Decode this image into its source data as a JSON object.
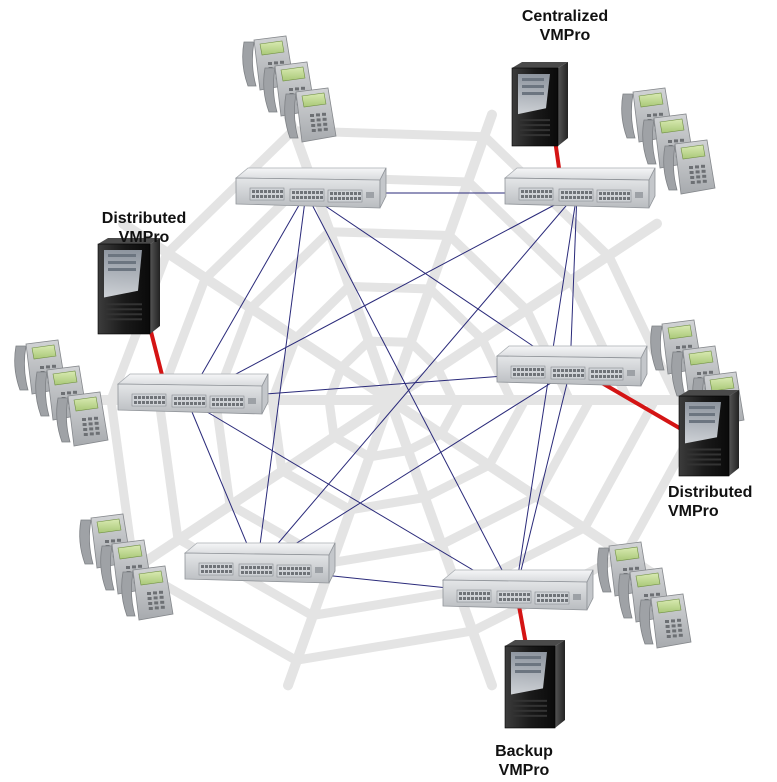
{
  "diagram": {
    "colors": {
      "mesh_link": "#2a2a7a",
      "server_link": "#d41414",
      "web_watermark": "#e4e4e4"
    },
    "nodes": {
      "switches": [
        {
          "id": "switch-top-left",
          "icon": "network-switch-icon"
        },
        {
          "id": "switch-top-right",
          "icon": "network-switch-icon"
        },
        {
          "id": "switch-mid-left",
          "icon": "network-switch-icon"
        },
        {
          "id": "switch-mid-right",
          "icon": "network-switch-icon"
        },
        {
          "id": "switch-bottom-left",
          "icon": "network-switch-icon"
        },
        {
          "id": "switch-bottom-right",
          "icon": "network-switch-icon"
        }
      ],
      "servers": [
        {
          "id": "server-centralized",
          "icon": "server-tower-icon",
          "line1": "Centralized",
          "line2": "VMPro",
          "attached_to": "switch-top-right"
        },
        {
          "id": "server-distributed-left",
          "icon": "server-tower-icon",
          "line1": "Distributed",
          "line2": "VMPro",
          "attached_to": "switch-mid-left"
        },
        {
          "id": "server-distributed-right",
          "icon": "server-tower-icon",
          "line1": "Distributed",
          "line2": "VMPro",
          "attached_to": "switch-mid-right"
        },
        {
          "id": "server-backup",
          "icon": "server-tower-icon",
          "line1": "Backup",
          "line2": "VMPro",
          "attached_to": "switch-bottom-right"
        }
      ],
      "phone_groups": [
        {
          "id": "phones-top-left",
          "icon": "desk-phone-icon",
          "count": 3
        },
        {
          "id": "phones-top-right",
          "icon": "desk-phone-icon",
          "count": 3
        },
        {
          "id": "phones-mid-left",
          "icon": "desk-phone-icon",
          "count": 3
        },
        {
          "id": "phones-mid-right",
          "icon": "desk-phone-icon",
          "count": 3
        },
        {
          "id": "phones-bottom-left",
          "icon": "desk-phone-icon",
          "count": 3
        },
        {
          "id": "phones-bottom-right",
          "icon": "desk-phone-icon",
          "count": 3
        }
      ]
    },
    "links": [
      [
        "switch-top-left",
        "switch-top-right"
      ],
      [
        "switch-top-left",
        "switch-mid-left"
      ],
      [
        "switch-top-left",
        "switch-mid-right"
      ],
      [
        "switch-top-left",
        "switch-bottom-left"
      ],
      [
        "switch-top-left",
        "switch-bottom-right"
      ],
      [
        "switch-top-right",
        "switch-mid-left"
      ],
      [
        "switch-top-right",
        "switch-mid-right"
      ],
      [
        "switch-top-right",
        "switch-bottom-left"
      ],
      [
        "switch-top-right",
        "switch-bottom-right"
      ],
      [
        "switch-mid-left",
        "switch-mid-right"
      ],
      [
        "switch-mid-left",
        "switch-bottom-left"
      ],
      [
        "switch-mid-left",
        "switch-bottom-right"
      ],
      [
        "switch-mid-right",
        "switch-bottom-left"
      ],
      [
        "switch-mid-right",
        "switch-bottom-right"
      ],
      [
        "switch-bottom-left",
        "switch-bottom-right"
      ]
    ]
  }
}
